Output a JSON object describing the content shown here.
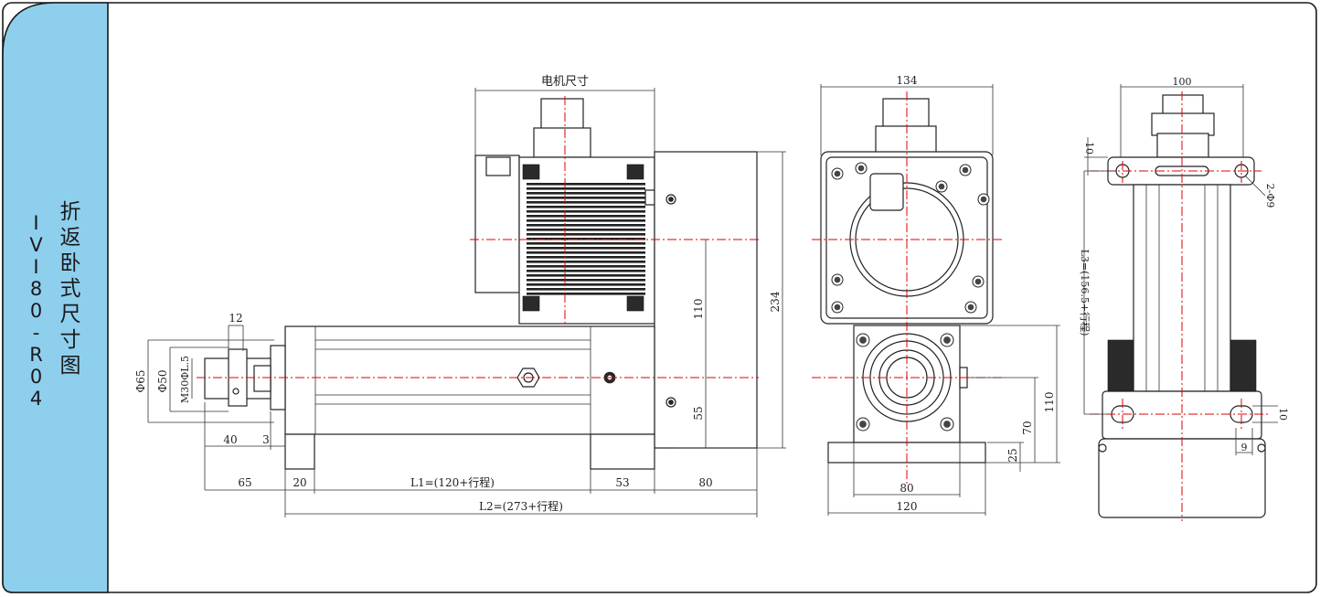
{
  "sidebar": {
    "title": "折\n返\n卧\n式\n尺\n寸\n图",
    "model": "I\nV\nI\n8\n0\n-\nR\n0\n4",
    "color": "#8fcfee"
  },
  "side_view": {
    "motor_label": "电机尺寸",
    "dims": {
      "d12": "12",
      "phi65": "Φ65",
      "phi50": "Φ50",
      "m30": "M30ΦL.5",
      "d40": "40",
      "d3": "3",
      "d65": "65",
      "d20": "20",
      "L1": "L1=(120+行程)",
      "d53": "53",
      "d80": "80",
      "L2": "L2=(273+行程)",
      "d110": "110",
      "d55": "55",
      "d234": "234"
    }
  },
  "front_view": {
    "dims": {
      "d134": "134",
      "d80": "80",
      "d120": "120",
      "d110": "110",
      "d70": "70",
      "d25": "25"
    }
  },
  "top_view": {
    "dims": {
      "d100": "100",
      "d10": "10",
      "phi9": "2-Φ9",
      "L3": "L3=(156.5+行程)",
      "d10b": "10",
      "d9": "9"
    }
  }
}
